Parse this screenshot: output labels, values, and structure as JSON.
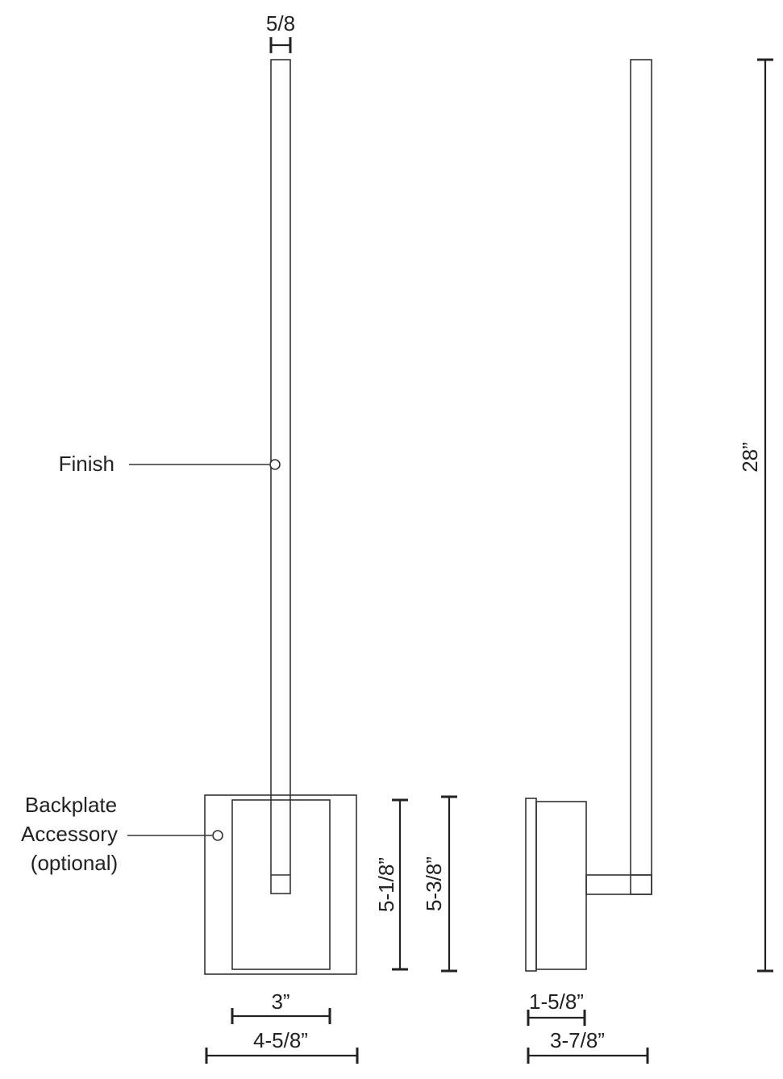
{
  "labels": {
    "finish": "Finish",
    "backplate_line1": "Backplate",
    "backplate_line2": "Accessory",
    "backplate_line3": "(optional)"
  },
  "dimensions": {
    "arm_width": "5/8",
    "overall_height": "28”",
    "plate_height_inner": "5-1/8”",
    "plate_height_outer": "5-3/8”",
    "plate_width_inner": "3”",
    "plate_width_outer": "4-5/8”",
    "side_depth_plate": "1-5/8”",
    "side_depth_overall": "3-7/8”"
  },
  "colors": {
    "line": "#333333",
    "text": "#222222",
    "background": "#ffffff"
  }
}
